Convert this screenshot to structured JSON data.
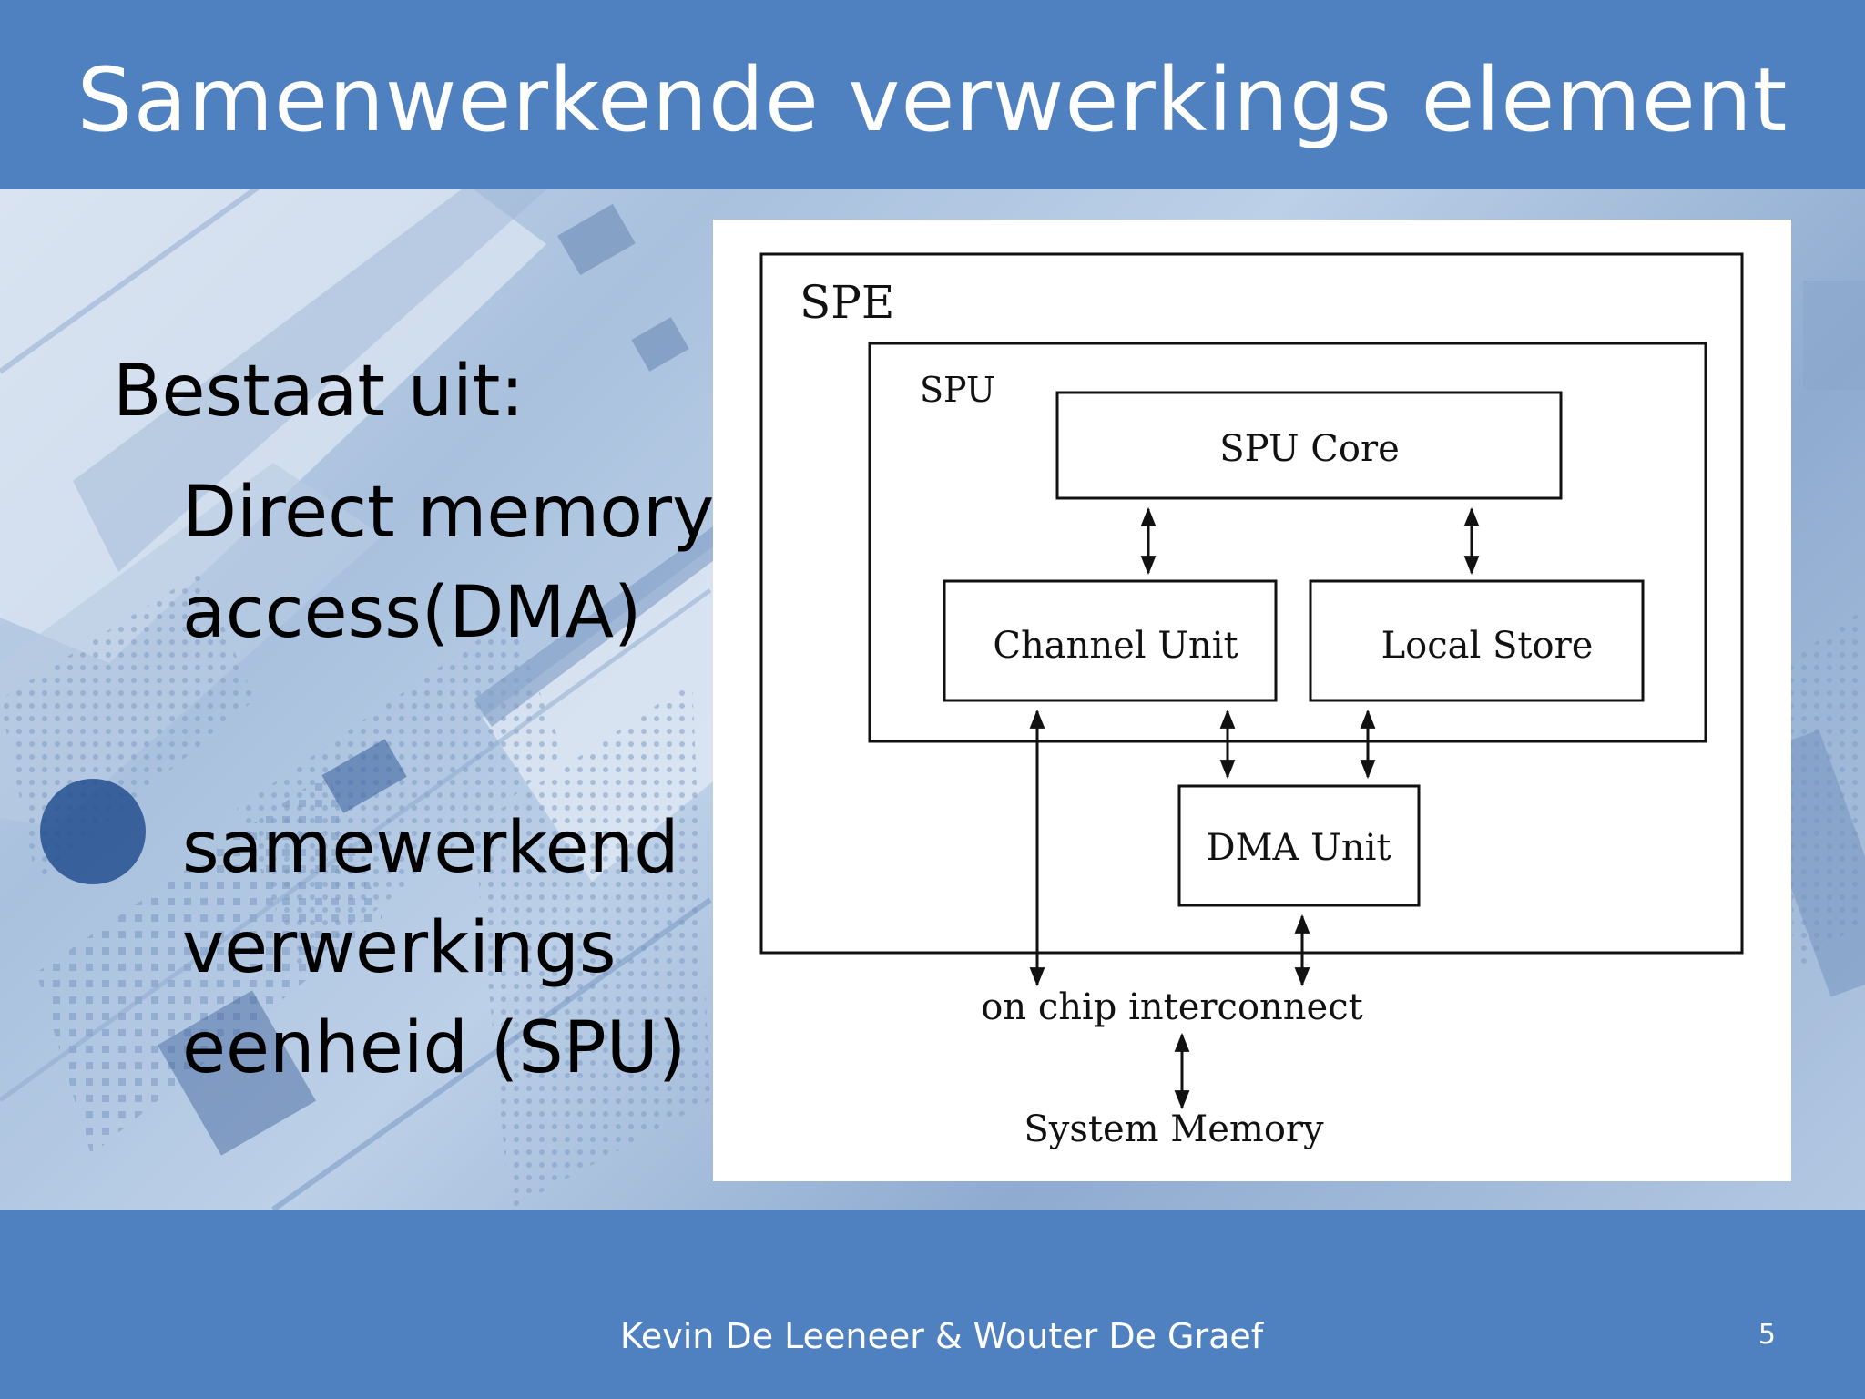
{
  "slide": {
    "title": "Samenwerkende verwerkings element",
    "colors": {
      "bar": "#4f80c0",
      "title_text": "#ffffff",
      "body_text": "#000000"
    }
  },
  "content": {
    "heading": "Bestaat uit:",
    "items": [
      {
        "lines": [
          "Direct memory",
          "access(DMA)"
        ]
      },
      {
        "lines": [
          "samewerkend",
          "verwerkings",
          "eenheid (SPU)"
        ]
      }
    ]
  },
  "diagram": {
    "spe_label": "SPE",
    "spu_label": "SPU",
    "spu_core": "SPU Core",
    "channel_unit": "Channel Unit",
    "local_store": "Local Store",
    "dma_unit": "DMA Unit",
    "interconnect": "on chip interconnect",
    "system_memory": "System Memory"
  },
  "footer": {
    "authors": "Kevin De Leeneer & Wouter De Graef",
    "page_number": "5"
  }
}
